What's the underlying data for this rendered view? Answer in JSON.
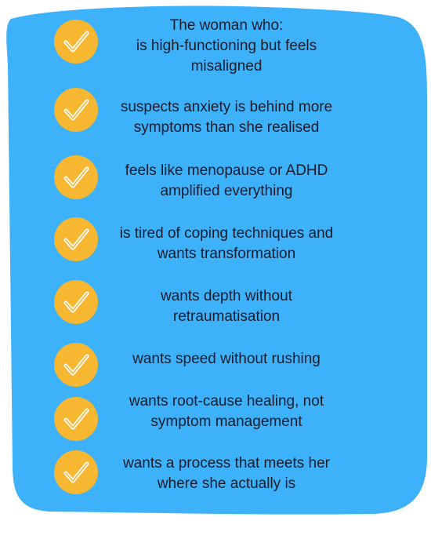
{
  "colors": {
    "card": "#3db2fb",
    "check_circle": "#f7b731",
    "check_mark": "#ffffff",
    "text": "#1b1b2a"
  },
  "icon": "check-circle-icon",
  "items": [
    {
      "lines": [
        "The woman who:",
        "is high-functioning but feels",
        "misaligned"
      ]
    },
    {
      "lines": [
        "suspects anxiety is behind more",
        "symptoms than she realised"
      ]
    },
    {
      "lines": [
        "feels like menopause or ADHD",
        "amplified everything"
      ]
    },
    {
      "lines": [
        "is tired of coping techniques and",
        "wants transformation"
      ]
    },
    {
      "lines": [
        "wants depth without",
        "retraumatisation"
      ]
    },
    {
      "lines": [
        "wants speed without rushing"
      ]
    },
    {
      "lines": [
        "wants root-cause healing, not",
        "symptom management"
      ]
    },
    {
      "lines": [
        "wants a process that meets her",
        "where she actually is"
      ]
    }
  ]
}
